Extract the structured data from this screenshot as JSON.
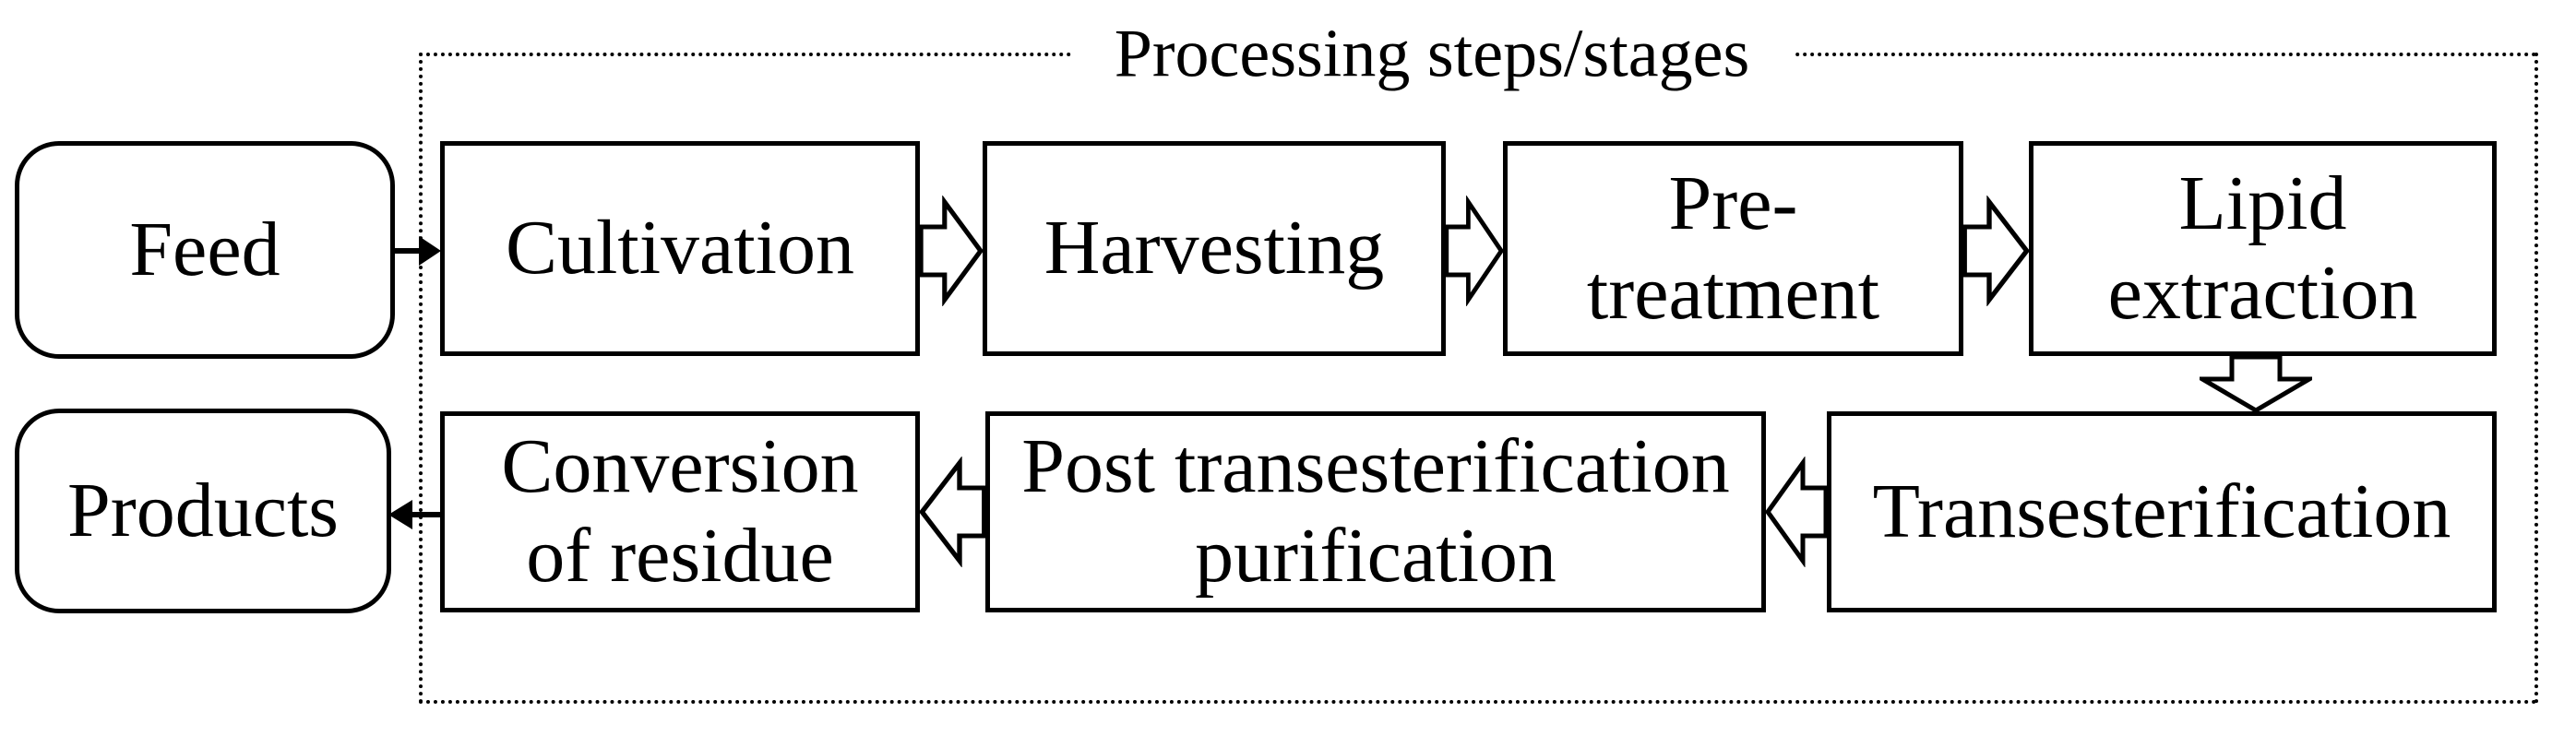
{
  "title": "Processing steps/stages",
  "colors": {
    "ink": "#000000",
    "paper": "#ffffff"
  },
  "feed": {
    "label": "Feed"
  },
  "products": {
    "label": "Products"
  },
  "steps": {
    "cultivation": {
      "label": "Cultivation"
    },
    "harvesting": {
      "label": "Harvesting"
    },
    "pre_treatment": {
      "line1": "Pre-",
      "line2": "treatment"
    },
    "lipid_extraction": {
      "line1": "Lipid",
      "line2": "extraction"
    },
    "transesterification": {
      "label": "Transesterification"
    },
    "post_transesterification_purification": {
      "line1": "Post transesterification",
      "line2": "purification"
    },
    "conversion_of_residue": {
      "line1": "Conversion",
      "line2": "of residue"
    }
  },
  "flow": [
    {
      "from": "Feed",
      "to": "Cultivation",
      "arrow": "solid",
      "direction": "right"
    },
    {
      "from": "Cultivation",
      "to": "Harvesting",
      "arrow": "block",
      "direction": "right"
    },
    {
      "from": "Harvesting",
      "to": "Pre-treatment",
      "arrow": "block",
      "direction": "right"
    },
    {
      "from": "Pre-treatment",
      "to": "Lipid extraction",
      "arrow": "block",
      "direction": "right"
    },
    {
      "from": "Lipid extraction",
      "to": "Transesterification",
      "arrow": "block",
      "direction": "down"
    },
    {
      "from": "Transesterification",
      "to": "Post transesterification purification",
      "arrow": "block",
      "direction": "left"
    },
    {
      "from": "Post transesterification purification",
      "to": "Conversion of residue",
      "arrow": "block",
      "direction": "left"
    },
    {
      "from": "Conversion of residue",
      "to": "Products",
      "arrow": "solid",
      "direction": "left"
    }
  ]
}
